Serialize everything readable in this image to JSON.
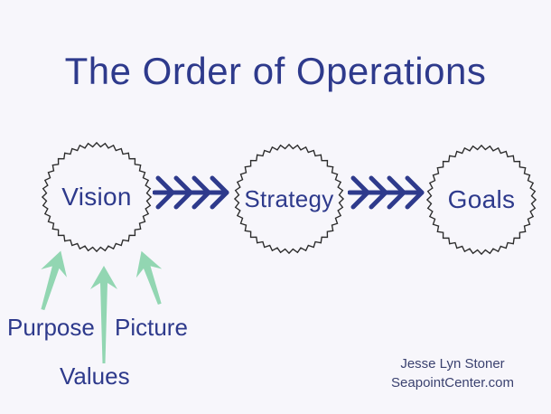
{
  "title": "The Order of Operations",
  "diagram": {
    "nodes": [
      {
        "id": "vision",
        "label": "Vision"
      },
      {
        "id": "strategy",
        "label": "Strategy"
      },
      {
        "id": "goals",
        "label": "Goals"
      }
    ],
    "flow_order": [
      "Vision",
      "Strategy",
      "Goals"
    ],
    "vision_inputs": [
      {
        "label": "Purpose"
      },
      {
        "label": "Values"
      },
      {
        "label": "Picture"
      }
    ]
  },
  "attribution": {
    "author": "Jesse Lyn Stoner",
    "website": "SeapointCenter.com"
  },
  "colors": {
    "background": "#f7f6fb",
    "navy": "#2e3a8c",
    "mint": "#92d6b2",
    "circle_border": "#2b2b2b",
    "attribution_text": "#3b4270"
  },
  "icons": {
    "flow_arrow": "quadruple-chevron-right-arrow",
    "input_arrow": "tapered-up-arrow",
    "node_ring": "zigzag-circle"
  }
}
